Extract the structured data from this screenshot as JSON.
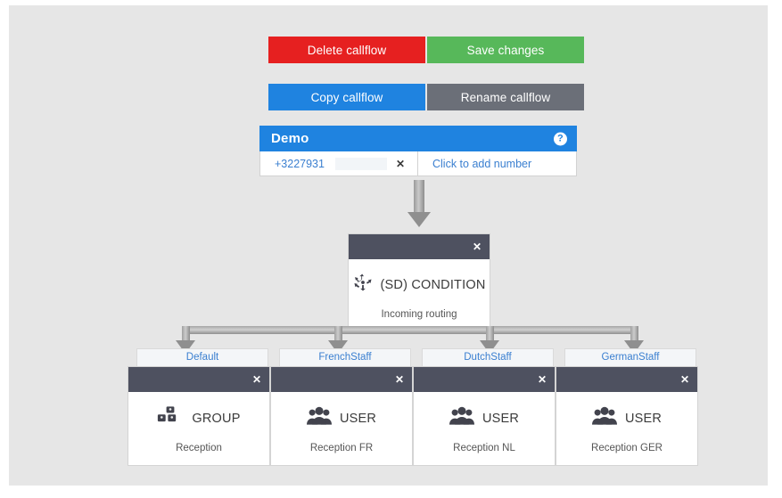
{
  "toolbar": {
    "delete_label": "Delete callflow",
    "save_label": "Save changes",
    "copy_label": "Copy callflow",
    "rename_label": "Rename callflow",
    "colors": {
      "delete": "#e62020",
      "save": "#57b85a",
      "copy": "#1f83e0",
      "rename": "#6b6f78"
    }
  },
  "callflow": {
    "title": "Demo",
    "help_icon": "question-mark-icon",
    "numbers": [
      {
        "value": "+3227931",
        "remove_icon": "close-icon"
      }
    ],
    "add_number_label": "Click to add number"
  },
  "condition_node": {
    "type": "(SD) CONDITION",
    "subtitle": "Incoming routing",
    "icon": "condition-arrows-icon",
    "close_icon": "close-icon"
  },
  "branches": [
    {
      "tab": "Default",
      "type": "GROUP",
      "subtitle": "Reception",
      "icon": "group-icon",
      "close_icon": "close-icon"
    },
    {
      "tab": "FrenchStaff",
      "type": "USER",
      "subtitle": "Reception FR",
      "icon": "user-icon",
      "close_icon": "close-icon"
    },
    {
      "tab": "DutchStaff",
      "type": "USER",
      "subtitle": "Reception NL",
      "icon": "user-icon",
      "close_icon": "close-icon"
    },
    {
      "tab": "GermanStaff",
      "type": "USER",
      "subtitle": "Reception GER",
      "icon": "user-icon",
      "close_icon": "close-icon"
    }
  ],
  "theme": {
    "canvas_bg": "#e6e6e6",
    "node_header": "#4e5160",
    "accent_blue": "#1f83e0",
    "link_blue": "#3a7fd0"
  }
}
